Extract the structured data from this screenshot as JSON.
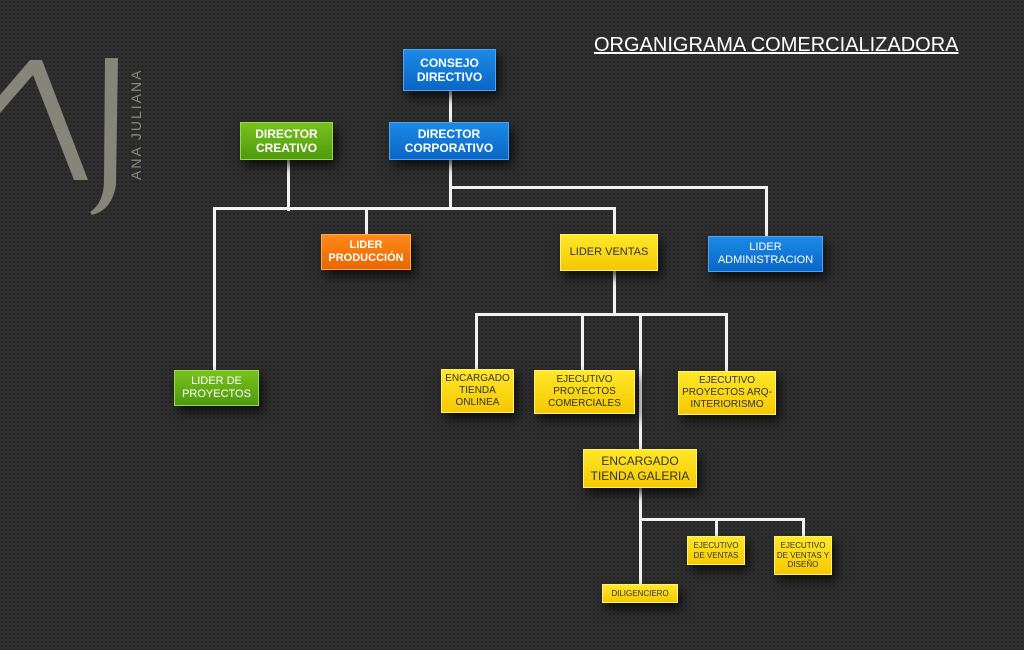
{
  "title": "ORGANIGRAMA COMERCIALIZADORA",
  "logo": {
    "monogram": "AJ",
    "brand": "ANA JULIANA"
  },
  "nodes": {
    "consejo": "CONSEJO DIRECTIVO",
    "dir_corporativo": "DIRECTOR CORPORATIVO",
    "dir_creativo": "DIRECTOR CREATIVO",
    "lider_produccion": "LIDER PRODUCCIÓN",
    "lider_ventas": "LIDER VENTAS",
    "lider_admin": "LIDER ADMINISTRACION",
    "lider_proyectos": "LIDER DE PROYECTOS",
    "enc_online": "ENCARGADO TIENDA ONLINEA",
    "ejec_comerciales": "EJECUTIVO PROYECTOS COMERCIALES",
    "ejec_arq": "EJECUTIVO PROYECTOS ARQ-INTERIORISMO",
    "enc_galeria": "ENCARGADO TIENDA GALERIA",
    "ejec_ventas": "EJECUTIVO DE VENTAS",
    "ejec_ventas_diseno": "EJECUTIVO DE VENTAS Y DISEÑO",
    "diligenciero": "DILIGENCIERO"
  },
  "colors": {
    "blue": "#0a74d8",
    "green": "#5fad14",
    "orange": "#f57a00",
    "yellow": "#ffd600"
  }
}
